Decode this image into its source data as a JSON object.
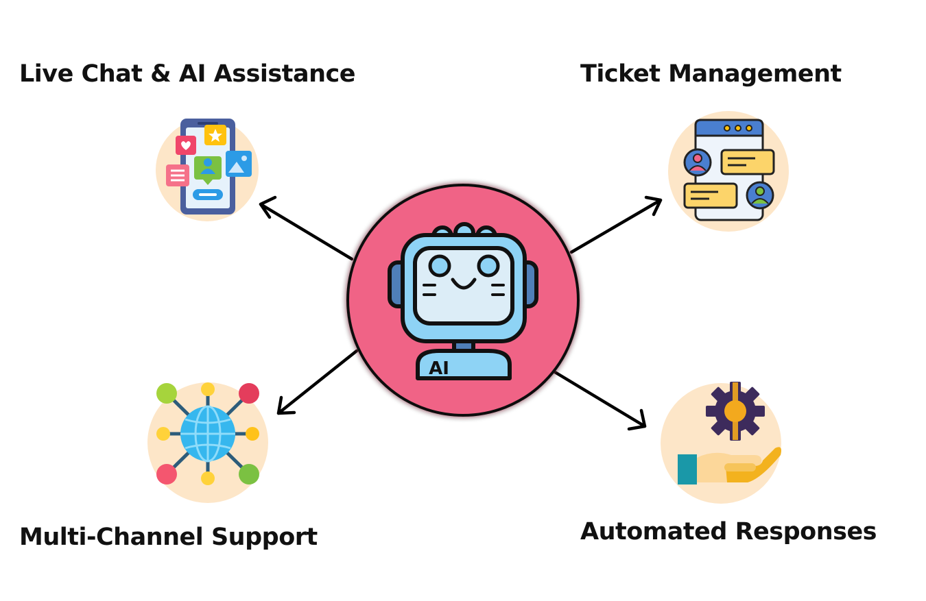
{
  "labels": {
    "live_chat": "Live Chat & AI Assistance",
    "ticket_management": "Ticket Management",
    "multi_channel": "Multi-Channel Support",
    "automated_responses": "Automated Responses"
  },
  "center": {
    "badge_text": "AI",
    "icon": "robot-icon"
  },
  "icons": {
    "live_chat": "smartphone-social-chat-icon",
    "ticket_management": "chat-window-users-icon",
    "multi_channel": "globe-network-icon",
    "automated_responses": "gear-hand-icon"
  },
  "colors": {
    "center_circle": "#f06486",
    "icon_background": "#fde6c8",
    "robot_screen": "#8ed3f5",
    "arrow": "#000000",
    "label_text": "#111111"
  }
}
